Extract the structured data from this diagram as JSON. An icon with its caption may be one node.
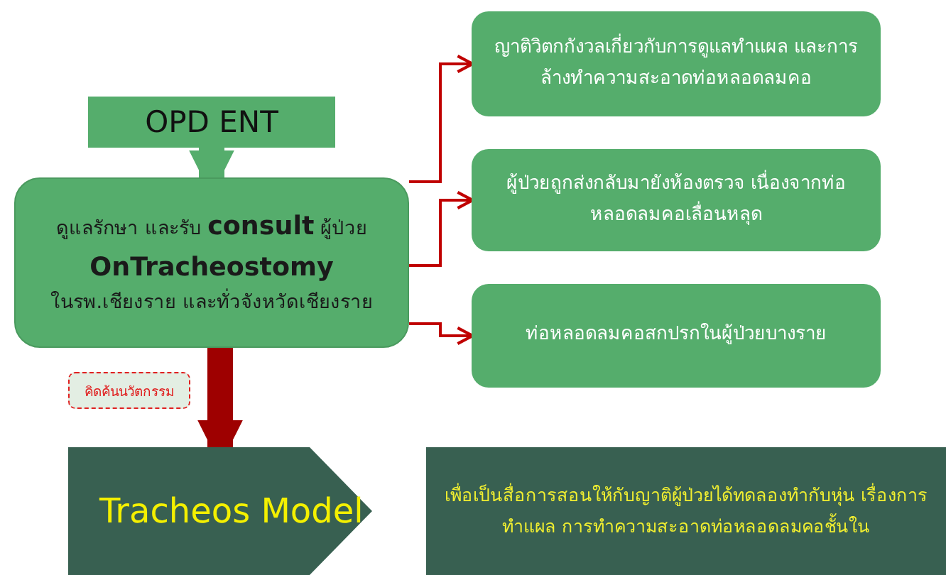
{
  "diagram": {
    "nodes": [
      {
        "text": [
          "OPD ENT"
        ]
      },
      {
        "text": [
          "ดูแลรักษา และรับ **consult** ผู้ป่วย **OnTracheostomy** ในรพ.เชียงราย และทั่วจังหวัดเชียงราย"
        ]
      },
      {
        "text": [
          "ญาติวิตกกังวลเกี่ยวกับการดูแลทำแผล และการล้างทำความสะอาดท่อหลอดลมคอ"
        ]
      },
      {
        "text": [
          "ผู้ป่วยถูกส่งกลับมายังห้องตรวจ เนื่องจากท่อหลอดลมคอเลื่อนหลุด"
        ]
      },
      {
        "text": [
          "ท่อหลอดลมคอสกปรกในผู้ป่วยบางราย"
        ]
      },
      {
        "text": [
          "คิดค้นนวัตกรรม"
        ]
      },
      {
        "text": [
          "Tracheos Model"
        ]
      },
      {
        "text": [
          "เพื่อเป็นสื่อการสอนให้กับญาติผู้ป่วยได้ทดลองทำกับหุ่น เรื่องการทำแผล การทำความสะอาดท่อหลอดลมคอชั้นใน"
        ]
      }
    ],
    "edges": [
      {
        "from": 0,
        "to": 1,
        "arrow": "to",
        "style": "thick",
        "color": "#55ad6c"
      },
      {
        "from": 1,
        "to": 2,
        "arrow": "to"
      },
      {
        "from": 1,
        "to": 3,
        "arrow": "to"
      },
      {
        "from": 1,
        "to": 4,
        "arrow": "to"
      },
      {
        "from": 1,
        "to": 6,
        "arrow": "to",
        "style": "thick",
        "color": "#9e0000"
      }
    ]
  }
}
